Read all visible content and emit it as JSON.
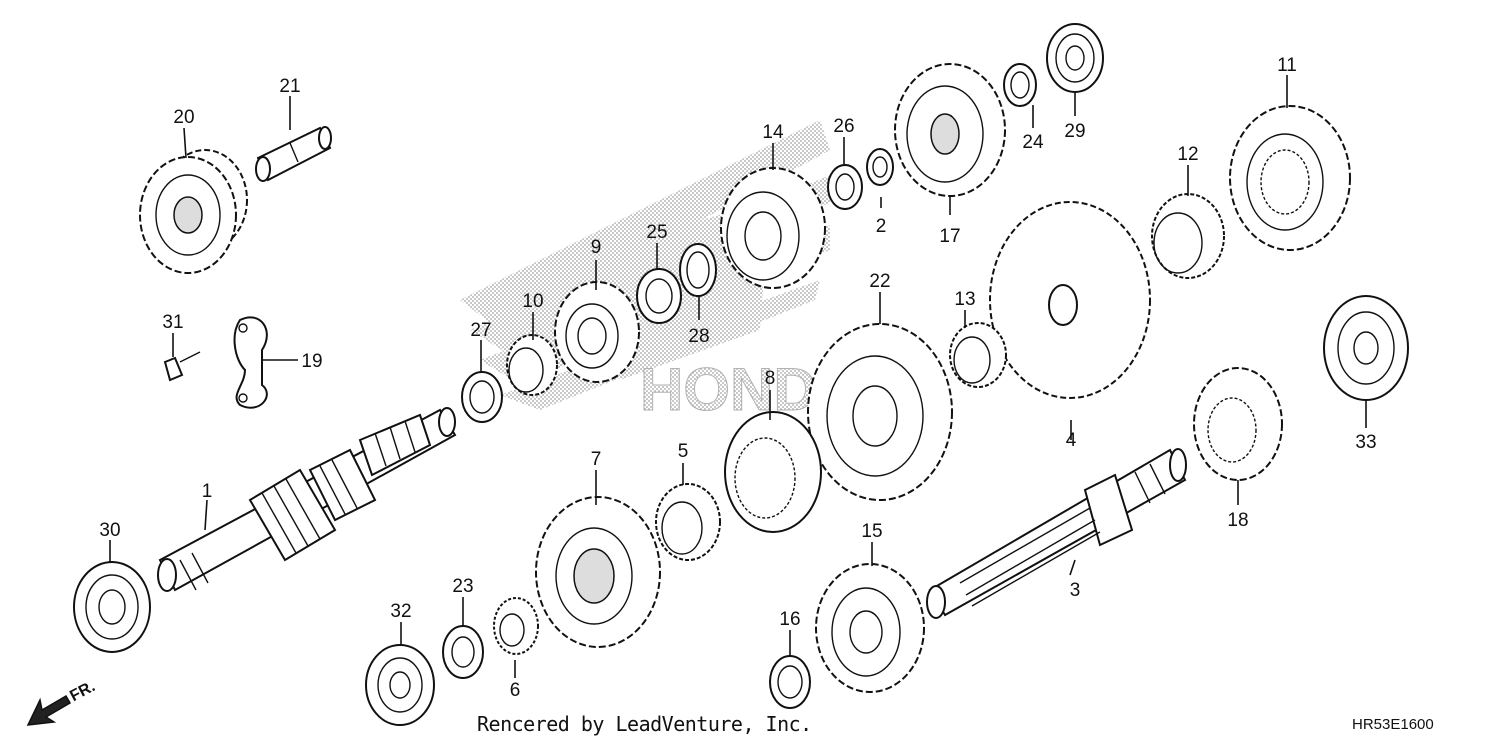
{
  "diagram": {
    "labels": [
      {
        "id": "1",
        "text": "1"
      },
      {
        "id": "2",
        "text": "2"
      },
      {
        "id": "3",
        "text": "3"
      },
      {
        "id": "4",
        "text": "4"
      },
      {
        "id": "5",
        "text": "5"
      },
      {
        "id": "6",
        "text": "6"
      },
      {
        "id": "7",
        "text": "7"
      },
      {
        "id": "8",
        "text": "8"
      },
      {
        "id": "9",
        "text": "9"
      },
      {
        "id": "10",
        "text": "10"
      },
      {
        "id": "11",
        "text": "11"
      },
      {
        "id": "12",
        "text": "12"
      },
      {
        "id": "13",
        "text": "13"
      },
      {
        "id": "14",
        "text": "14"
      },
      {
        "id": "15",
        "text": "15"
      },
      {
        "id": "16",
        "text": "16"
      },
      {
        "id": "17",
        "text": "17"
      },
      {
        "id": "18",
        "text": "18"
      },
      {
        "id": "19",
        "text": "19"
      },
      {
        "id": "20",
        "text": "20"
      },
      {
        "id": "21",
        "text": "21"
      },
      {
        "id": "22",
        "text": "22"
      },
      {
        "id": "23",
        "text": "23"
      },
      {
        "id": "24",
        "text": "24"
      },
      {
        "id": "25",
        "text": "25"
      },
      {
        "id": "26",
        "text": "26"
      },
      {
        "id": "27",
        "text": "27"
      },
      {
        "id": "28",
        "text": "28"
      },
      {
        "id": "29",
        "text": "29"
      },
      {
        "id": "30",
        "text": "30"
      },
      {
        "id": "31",
        "text": "31"
      },
      {
        "id": "32",
        "text": "32"
      },
      {
        "id": "33",
        "text": "33"
      }
    ],
    "direction_label": "FR.",
    "credit": "Rencered by LeadVenture, Inc.",
    "diagram_code": "HR53E1600",
    "watermark_text": "HONDA"
  }
}
